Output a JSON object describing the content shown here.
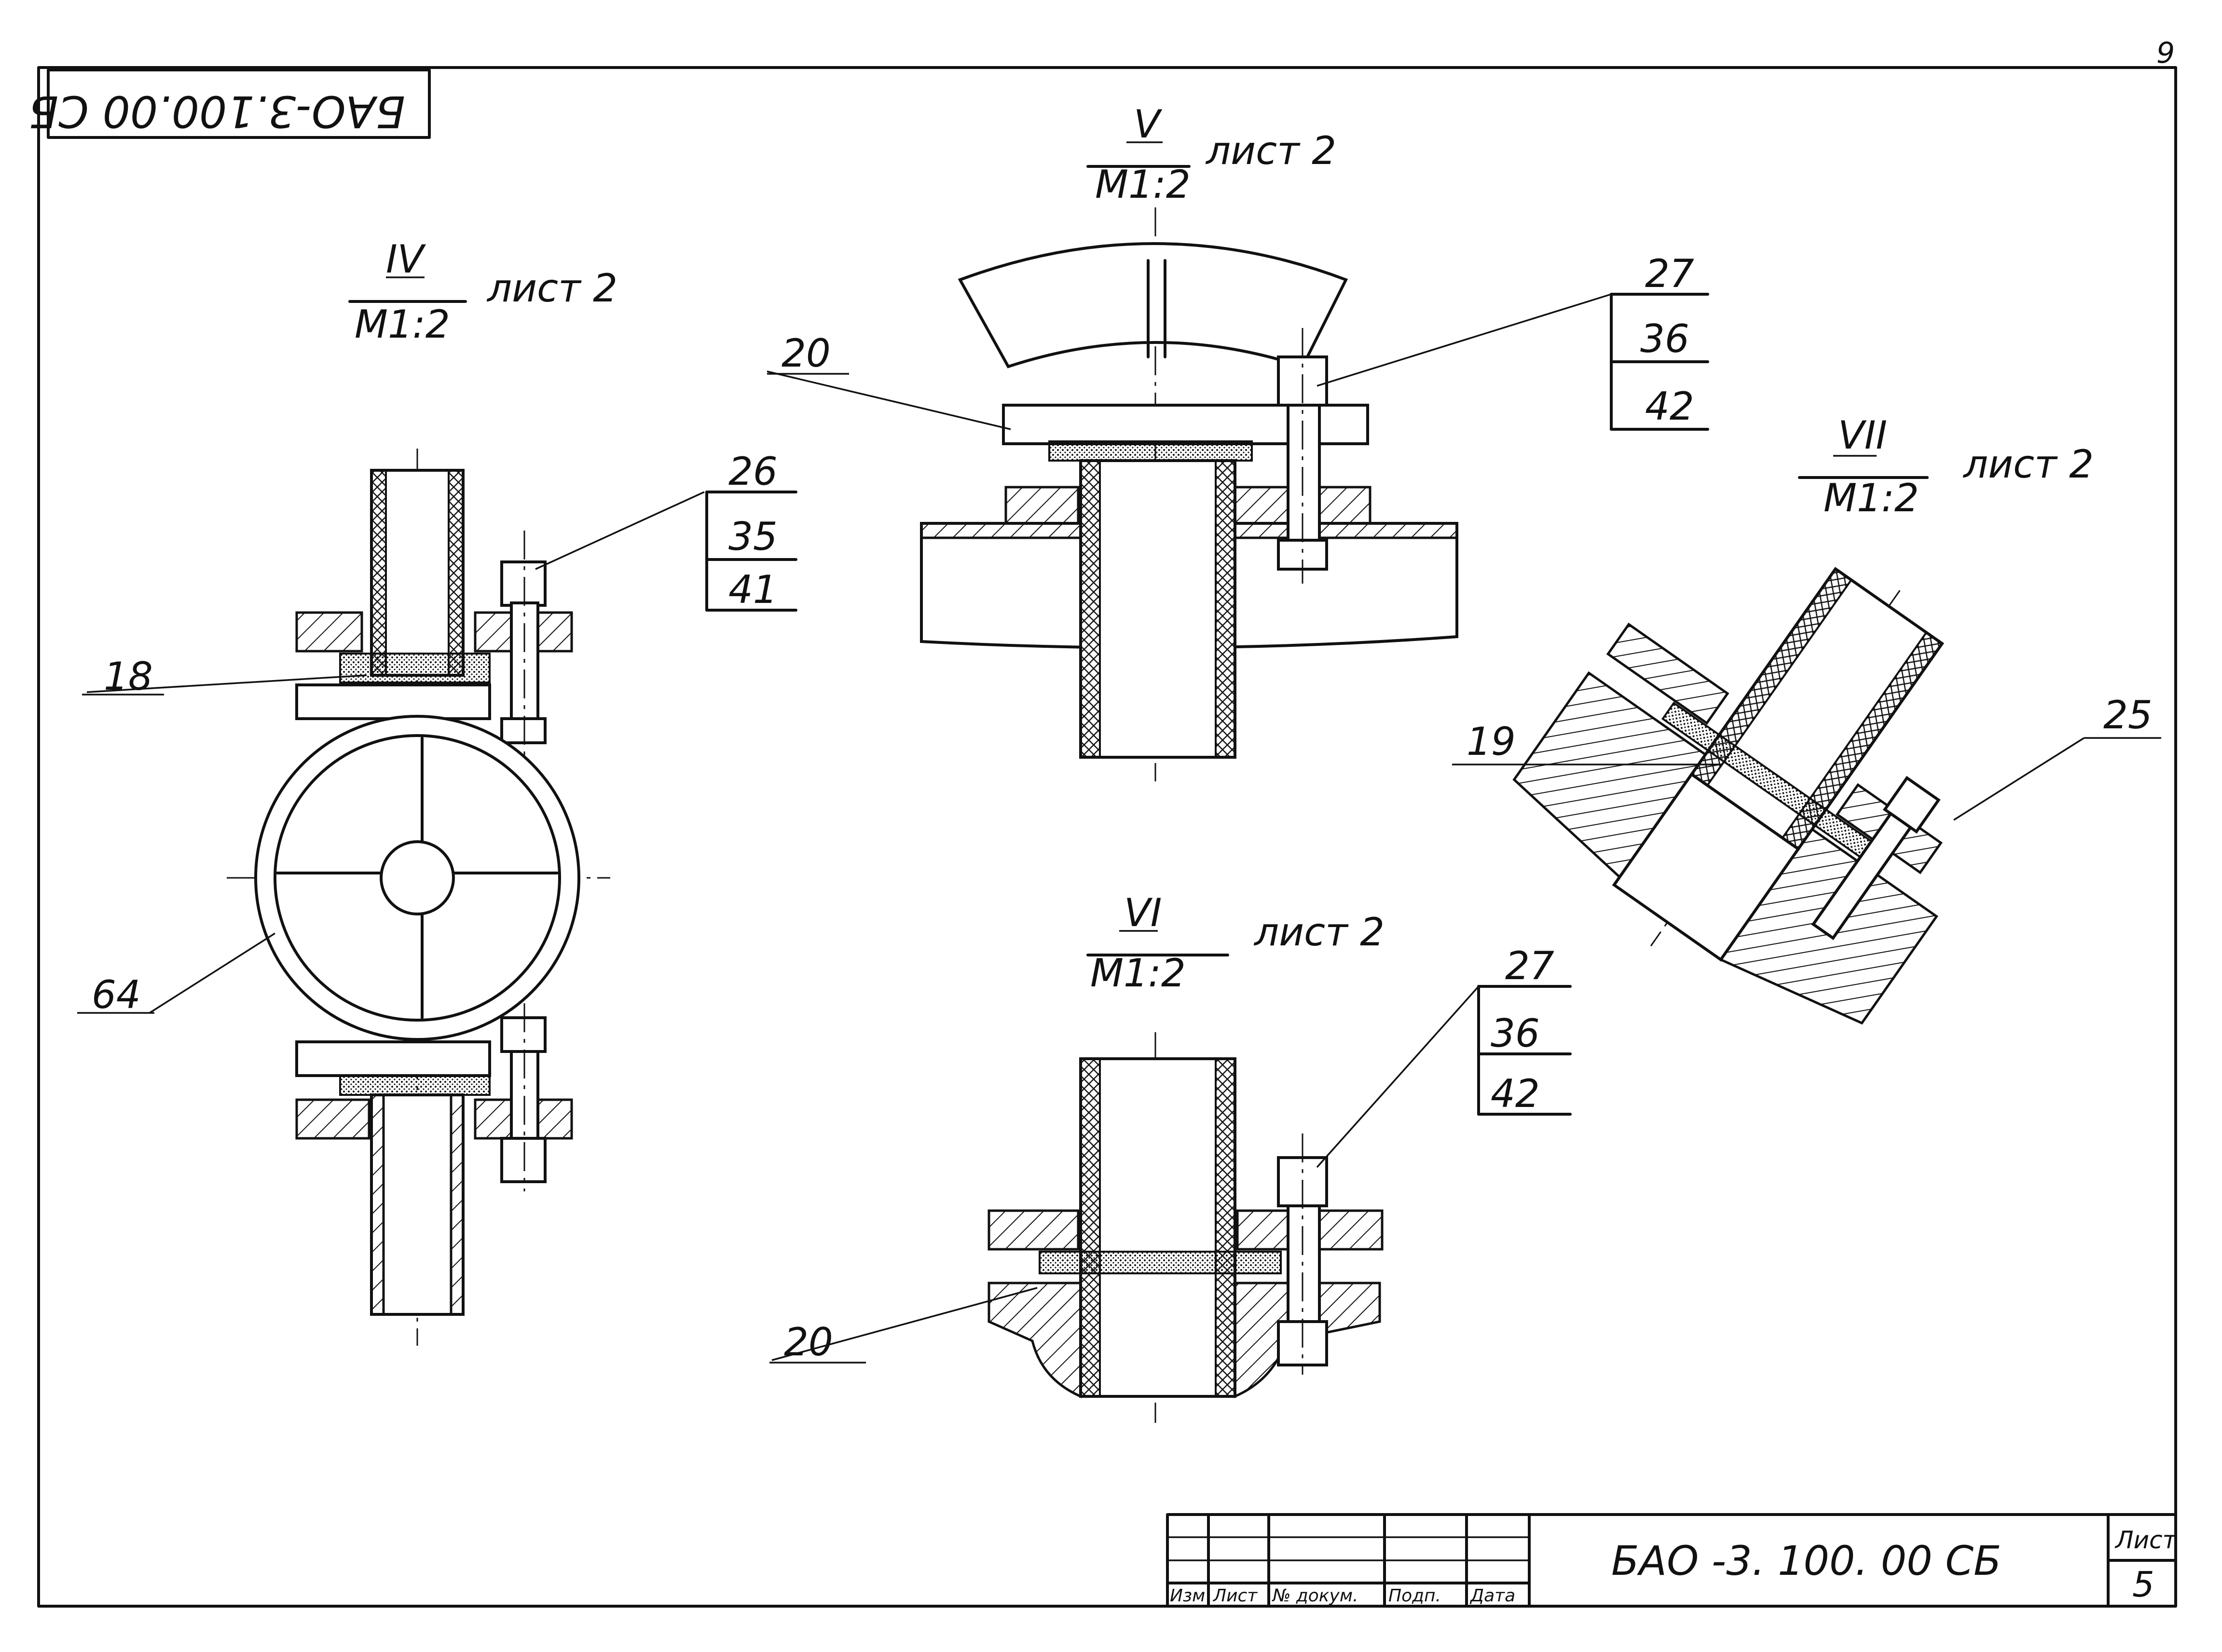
{
  "sheet": {
    "corner_number": "9",
    "rotated_code": "БАО-3.100.00 СБ",
    "drawing_code": "БАО -3. 100. 00 СБ",
    "sheet_label": "Лист",
    "sheet_number": "5",
    "title_block_headers": [
      "Изм",
      "Лист",
      "№ докум.",
      "Подп.",
      "Дата"
    ]
  },
  "views": {
    "IV": {
      "roman": "IV",
      "scale": "М1:2",
      "ref": "лист 2",
      "callouts": [
        "18",
        "64"
      ],
      "bolt_stack": [
        "26",
        "35",
        "41"
      ]
    },
    "V": {
      "roman": "V",
      "scale": "М1:2",
      "ref": "лист 2",
      "callouts": [
        "20"
      ],
      "bolt_stack": [
        "27",
        "36",
        "42"
      ]
    },
    "VI": {
      "roman": "VI",
      "scale": "М1:2",
      "ref": "лист 2",
      "callouts": [
        "20"
      ],
      "bolt_stack": [
        "27",
        "36",
        "42"
      ]
    },
    "VII": {
      "roman": "VII",
      "scale": "М1:2",
      "ref": "лист 2",
      "callouts": [
        "19",
        "25"
      ]
    }
  }
}
